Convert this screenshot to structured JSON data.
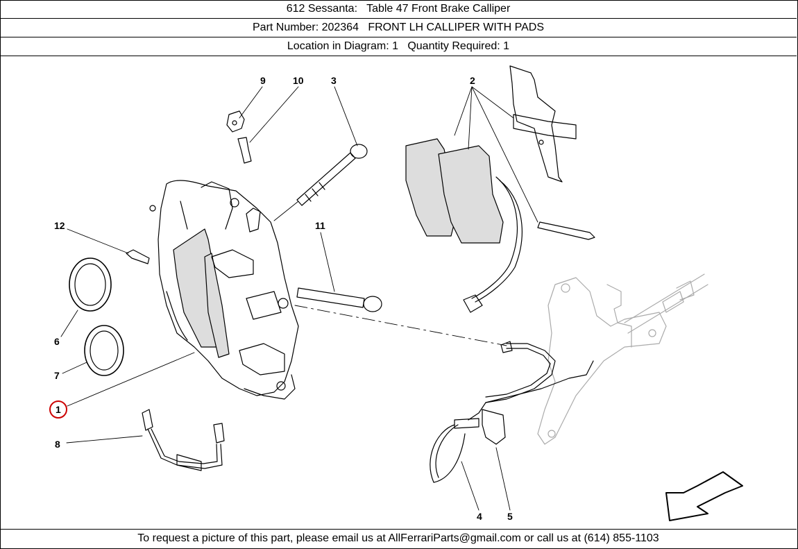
{
  "header": {
    "title": "612 Sessanta:   Table 47 Front Brake Calliper",
    "part_number": "Part Number: 202364   FRONT LH CALLIPER WITH PADS",
    "location": "Location in Diagram: 1   Quantity Required: 1"
  },
  "footer": {
    "text": "To request a picture of this part, please email us at AllFerrariParts@gmail.com or call us at (614) 855-1103"
  },
  "callouts": {
    "c1": "1",
    "c2": "2",
    "c3": "3",
    "c4": "4",
    "c5": "5",
    "c6": "6",
    "c7": "7",
    "c8": "8",
    "c9": "9",
    "c10": "10",
    "c11": "11",
    "c12": "12"
  },
  "highlight_color": "#cc0000"
}
